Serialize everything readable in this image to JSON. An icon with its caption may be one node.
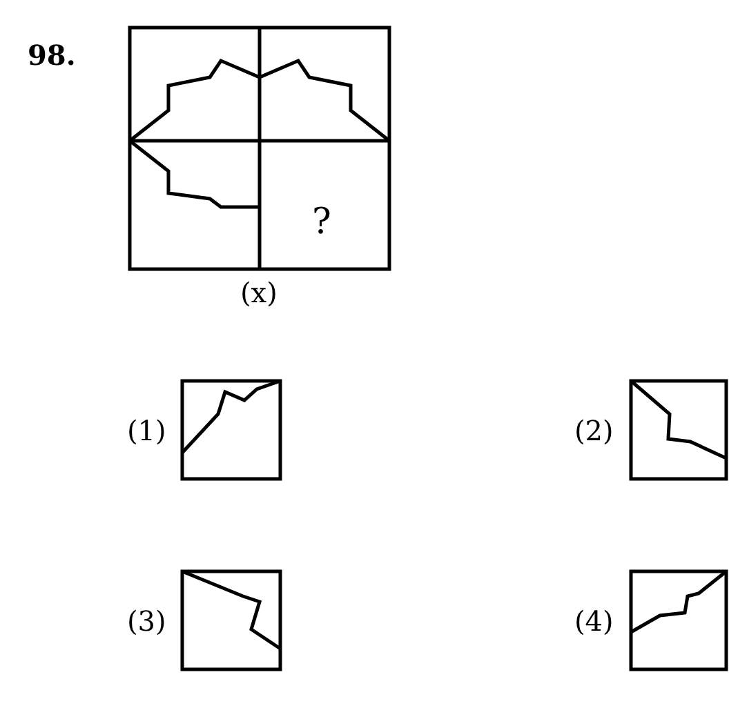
{
  "diagram": {
    "labels": [
      "98.",
      "?",
      "(x)",
      "(1)",
      "(2)",
      "(3)",
      "(4)"
    ]
  }
}
